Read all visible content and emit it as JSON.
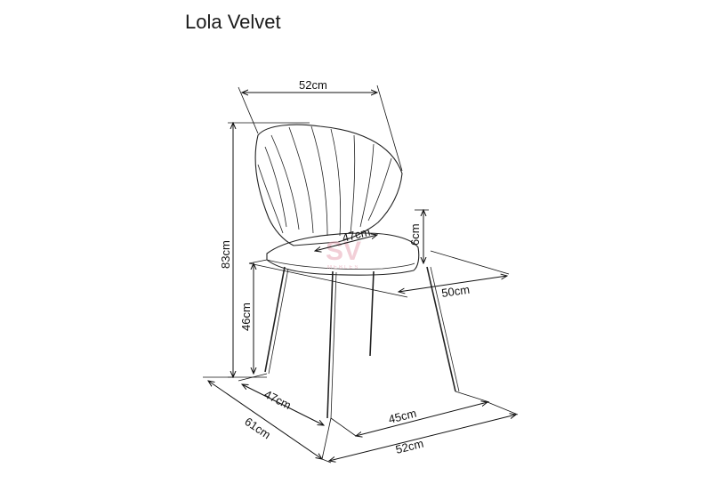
{
  "title": "Lola Velvet",
  "dimensions": {
    "top_width": "52cm",
    "seat_depth_diag": "47cm",
    "seat_thickness": "6cm",
    "seat_width": "50cm",
    "total_height": "83cm",
    "seat_height": "46cm",
    "base_depth": "47cm",
    "overall_depth": "61cm",
    "base_width": "45cm",
    "overall_width": "52cm"
  },
  "watermark": {
    "logo": "SV",
    "text": "MEBLES"
  }
}
